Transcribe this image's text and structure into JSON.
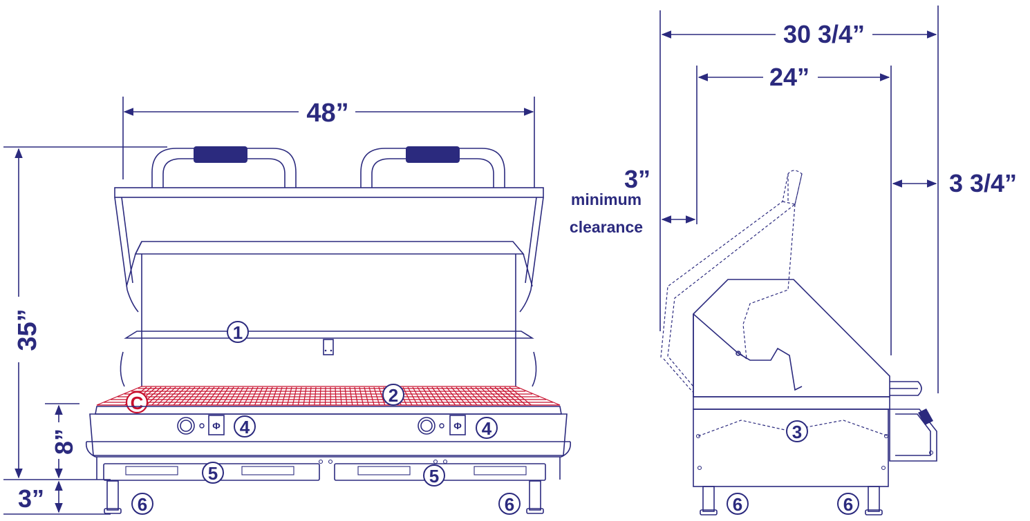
{
  "front_view": {
    "width_dim": "48”",
    "height_dim": "35”",
    "lower_dim": "8”",
    "leg_dim": "3”",
    "callouts": {
      "warming_rack": "1",
      "grate": "2",
      "control_knob_left": "4",
      "control_knob_right": "4",
      "drawer_left": "5",
      "drawer_right": "5",
      "leg_left": "6",
      "leg_right": "6",
      "grate_marker": "C"
    }
  },
  "side_view": {
    "overall_depth_dim": "30 3/4”",
    "body_depth_dim": "24”",
    "rear_clearance_value": "3”",
    "rear_clearance_line1": "minimum",
    "rear_clearance_line2": "clearance",
    "front_overhang_dim": "3 3/4”",
    "callouts": {
      "burner": "3",
      "leg_left": "6",
      "leg_right": "6"
    }
  },
  "colors": {
    "line": "#2b2a7e",
    "accent_red": "#c8102e"
  }
}
